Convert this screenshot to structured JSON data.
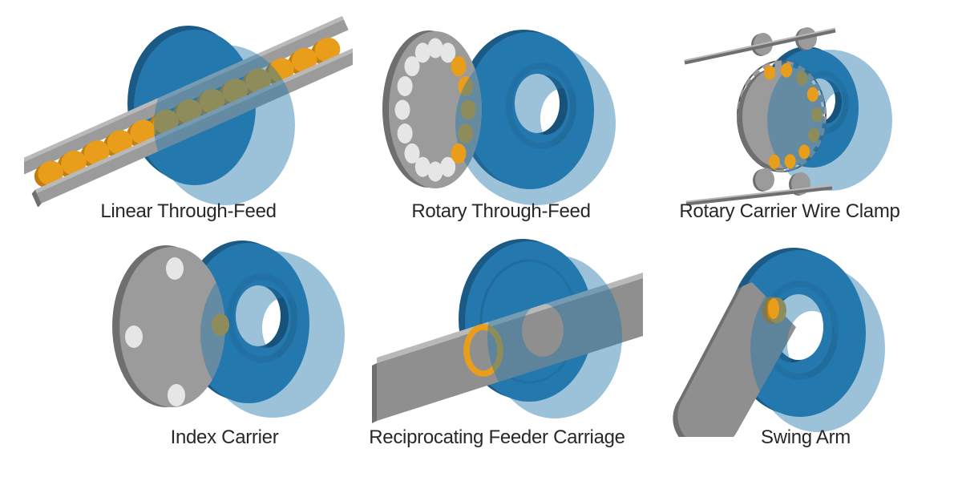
{
  "palette": {
    "blue": "#2478AD",
    "blue_rim": "#1A5A85",
    "blue_inner": "#16527A",
    "gray": "#9B9B9B",
    "gray_dark": "#6F6F6F",
    "gray_mid": "#8F8F8F",
    "gray_light": "#B9B9B9",
    "dot_white": "#E6E6E6",
    "orange": "#E89D1B",
    "orange_dark": "#C17F10",
    "wire": "#55565A",
    "label": "#2A2726",
    "bg": "#FFFFFF"
  },
  "diagrams": [
    {
      "id": "linear-through-feed",
      "label": "Linear Through-Feed"
    },
    {
      "id": "rotary-through-feed",
      "label": "Rotary Through-Feed"
    },
    {
      "id": "rotary-carrier-wire-clamp",
      "label": "Rotary Carrier Wire Clamp"
    },
    {
      "id": "index-carrier",
      "label": "Index Carrier"
    },
    {
      "id": "reciprocating-feeder-carriage",
      "label": "Reciprocating Feeder Carriage"
    },
    {
      "id": "swing-arm",
      "label": "Swing Arm"
    }
  ]
}
